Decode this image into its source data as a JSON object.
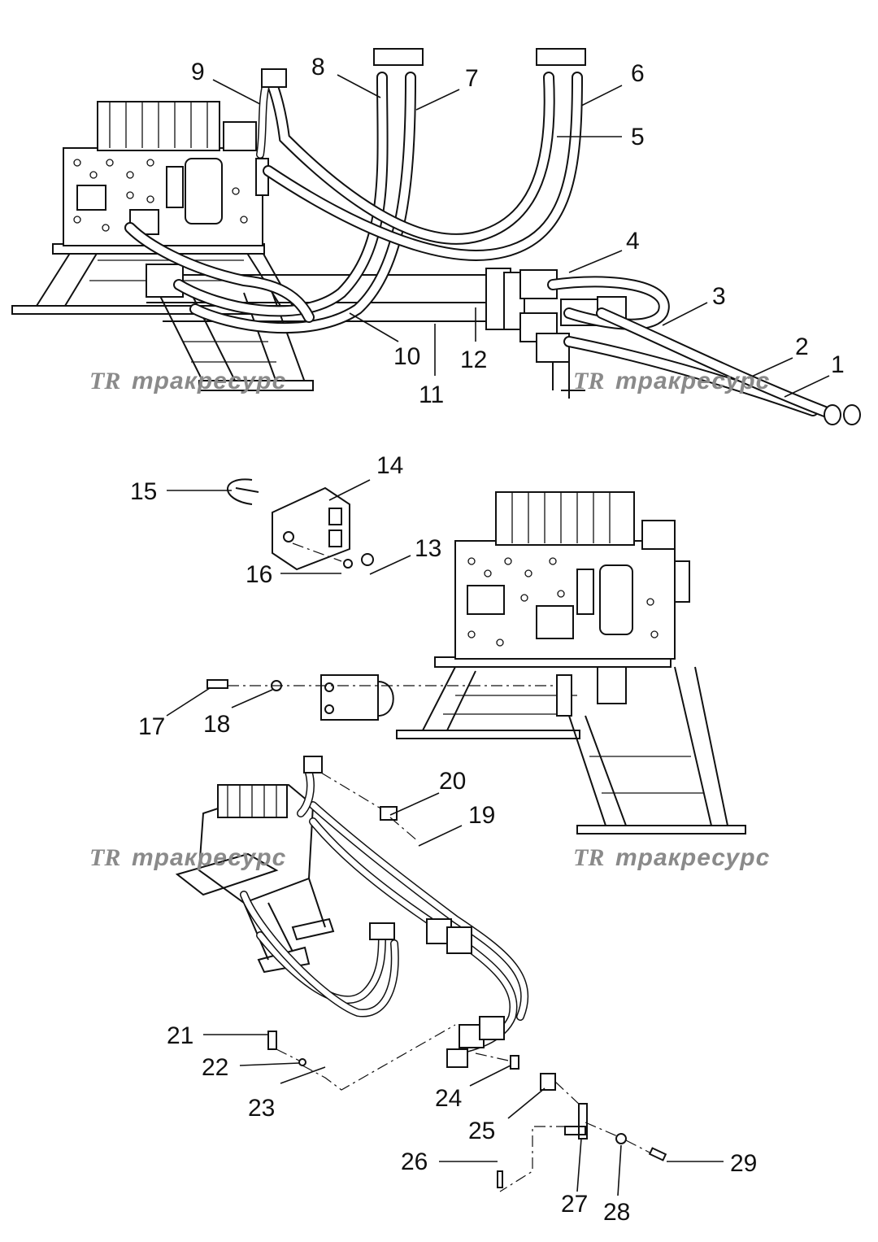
{
  "watermark": {
    "mark": "TR",
    "text": "тракресурс"
  },
  "callouts": [
    {
      "id": "1",
      "label": "1"
    },
    {
      "id": "2",
      "label": "2"
    },
    {
      "id": "3",
      "label": "3"
    },
    {
      "id": "4",
      "label": "4"
    },
    {
      "id": "5",
      "label": "5"
    },
    {
      "id": "6",
      "label": "6"
    },
    {
      "id": "7",
      "label": "7"
    },
    {
      "id": "8",
      "label": "8"
    },
    {
      "id": "9",
      "label": "9"
    },
    {
      "id": "10",
      "label": "10"
    },
    {
      "id": "11",
      "label": "11"
    },
    {
      "id": "12",
      "label": "12"
    },
    {
      "id": "13",
      "label": "13"
    },
    {
      "id": "14",
      "label": "14"
    },
    {
      "id": "15",
      "label": "15"
    },
    {
      "id": "16",
      "label": "16"
    },
    {
      "id": "17",
      "label": "17"
    },
    {
      "id": "18",
      "label": "18"
    },
    {
      "id": "19",
      "label": "19"
    },
    {
      "id": "20",
      "label": "20"
    },
    {
      "id": "21",
      "label": "21"
    },
    {
      "id": "22",
      "label": "22"
    },
    {
      "id": "23",
      "label": "23"
    },
    {
      "id": "24",
      "label": "24"
    },
    {
      "id": "25",
      "label": "25"
    },
    {
      "id": "26",
      "label": "26"
    },
    {
      "id": "27",
      "label": "27"
    },
    {
      "id": "28",
      "label": "28"
    },
    {
      "id": "29",
      "label": "29"
    }
  ]
}
